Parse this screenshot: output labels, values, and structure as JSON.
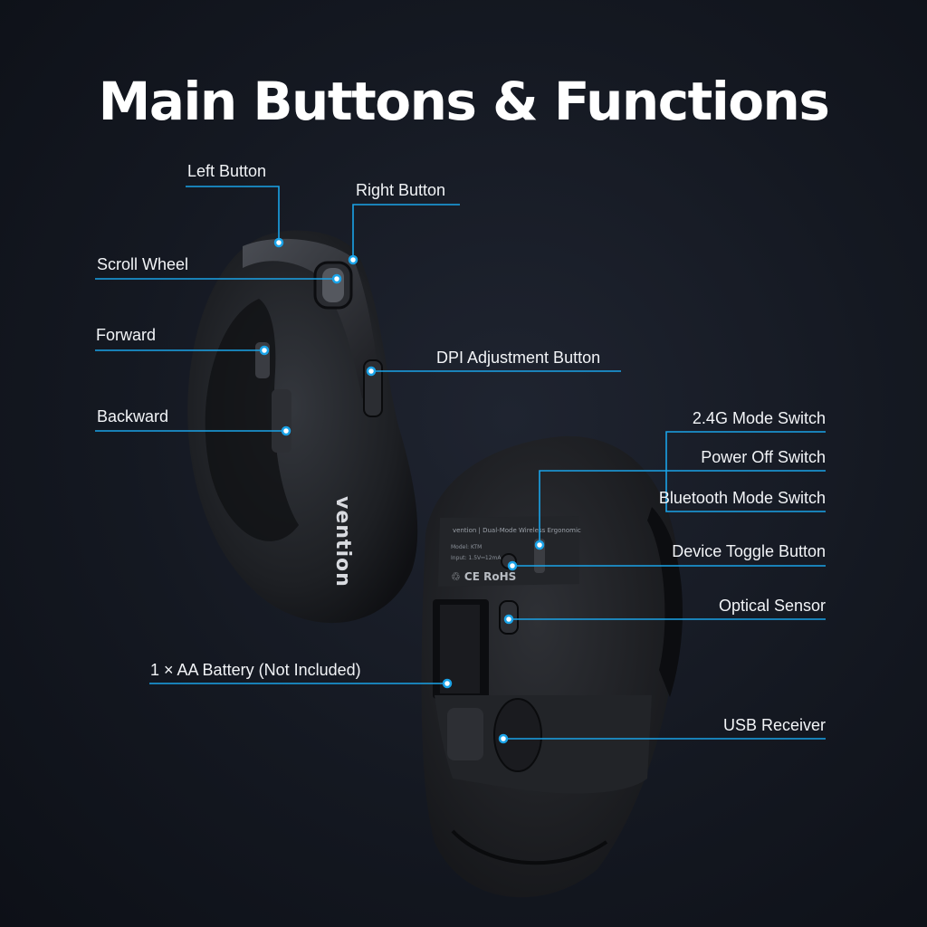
{
  "title": "Main Buttons & Functions",
  "accent_color": "#1aa3e8",
  "brand": "vention",
  "labels": {
    "left_button": "Left Button",
    "right_button": "Right Button",
    "scroll_wheel": "Scroll Wheel",
    "forward": "Forward",
    "backward": "Backward",
    "dpi_button": "DPI Adjustment Button",
    "mode_24g": "2.4G Mode Switch",
    "power_off": "Power Off Switch",
    "bluetooth_mode": "Bluetooth Mode Switch",
    "device_toggle": "Device Toggle Button",
    "optical_sensor": "Optical Sensor",
    "battery": "1 × AA Battery (Not Included)",
    "usb_receiver": "USB Receiver"
  }
}
